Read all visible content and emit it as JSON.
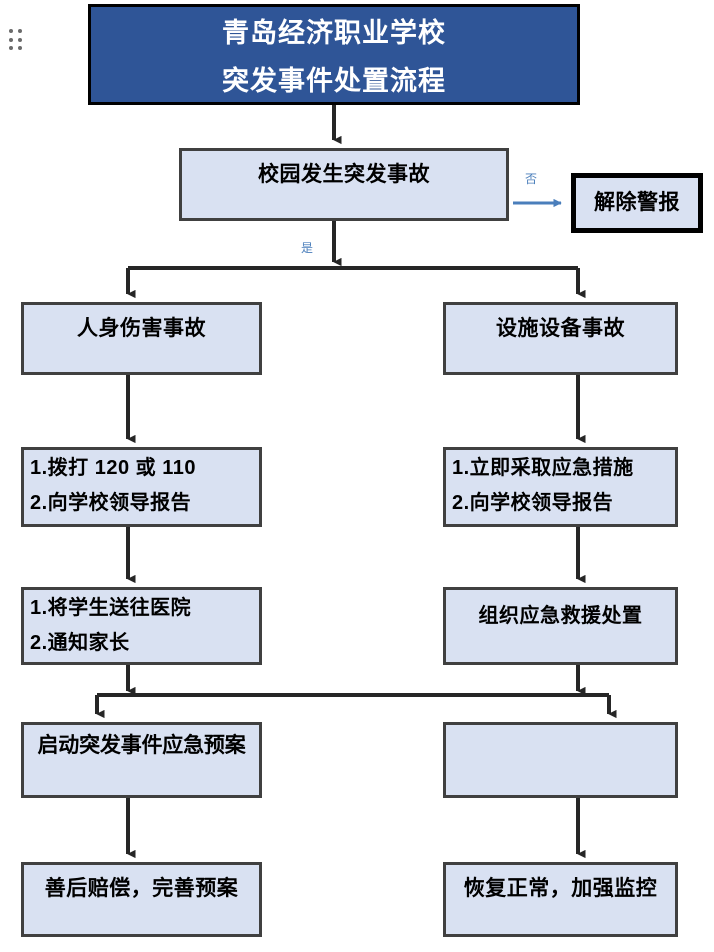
{
  "title": {
    "line1": "青岛经济职业学校",
    "line2": "突发事件处置流程"
  },
  "colors": {
    "title_fill": "#2F5597",
    "title_text": "#FFFFFF",
    "node_fill": "#D9E1F2",
    "node_border": "#404040",
    "label_blue": "#4A7EBB",
    "arrow_black": "#262626",
    "arrow_blue": "#4A7EBB",
    "handle_dot": "#6B6B6B"
  },
  "handle": {
    "icon": "drag-handle-dots-icon",
    "dot_count": 6
  },
  "branch_labels": {
    "no": "否",
    "yes": "是"
  },
  "nodes": {
    "incident": {
      "text": "校园发生突发事故"
    },
    "clear_alarm": {
      "text": "解除警报"
    },
    "personal_injury": {
      "text": "人身伤害事故"
    },
    "facility_accident": {
      "text": "设施设备事故"
    },
    "call_emergency": {
      "line1": "1.拨打 120 或 110",
      "line2": "2.向学校领导报告"
    },
    "report_facility": {
      "line1": "1.立即采取应急措施",
      "line2": "2.向学校领导报告"
    },
    "send_hospital": {
      "line1": "1.将学生送往医院",
      "line2": "2.通知家长"
    },
    "organize_rescue": {
      "text": "组织应急救援处置"
    },
    "activate_plan": {
      "text": "启动突发事件应急预案"
    },
    "empty_right": {
      "text": ""
    },
    "compensation": {
      "text": "善后赔偿，完善预案"
    },
    "restore_normal": {
      "text": "恢复正常，加强监控"
    }
  }
}
